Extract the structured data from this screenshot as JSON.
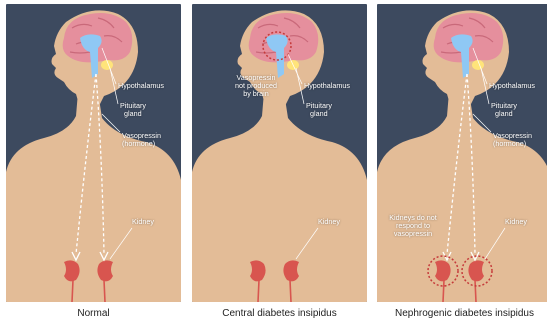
{
  "colors": {
    "background": "#3d4a5f",
    "skin": "#e3bc97",
    "brain": "#e58f9d",
    "hypothalamus": "#8fc8f4",
    "pituitary": "#ffe47a",
    "kidney": "#d8554f",
    "highlight_ring": "#c53a3a"
  },
  "panels": [
    {
      "caption": "Normal",
      "labels": {
        "hypothalamus": "Hypothalamus",
        "pituitary_line1": "Pituitary",
        "pituitary_line2": "gland",
        "vasopressin_line1": "Vasopressin",
        "vasopressin_line2": "(hormone)",
        "kidney": "Kidney"
      }
    },
    {
      "caption": "Central diabetes insipidus",
      "labels": {
        "brain_note_line1": "Vasopressin",
        "brain_note_line2": "not produced",
        "brain_note_line3": "by brain",
        "hypothalamus": "Hypothalamus",
        "pituitary_line1": "Pituitary",
        "pituitary_line2": "gland",
        "kidney": "Kidney"
      }
    },
    {
      "caption": "Nephrogenic diabetes insipidus",
      "labels": {
        "hypothalamus": "Hypothalamus",
        "pituitary_line1": "Pituitary",
        "pituitary_line2": "gland",
        "vasopressin_line1": "Vasopressin",
        "vasopressin_line2": "(hormone)",
        "kidney_note_line1": "Kidneys do not",
        "kidney_note_line2": "respond to",
        "kidney_note_line3": "vasopressin",
        "kidney": "Kidney"
      }
    }
  ]
}
